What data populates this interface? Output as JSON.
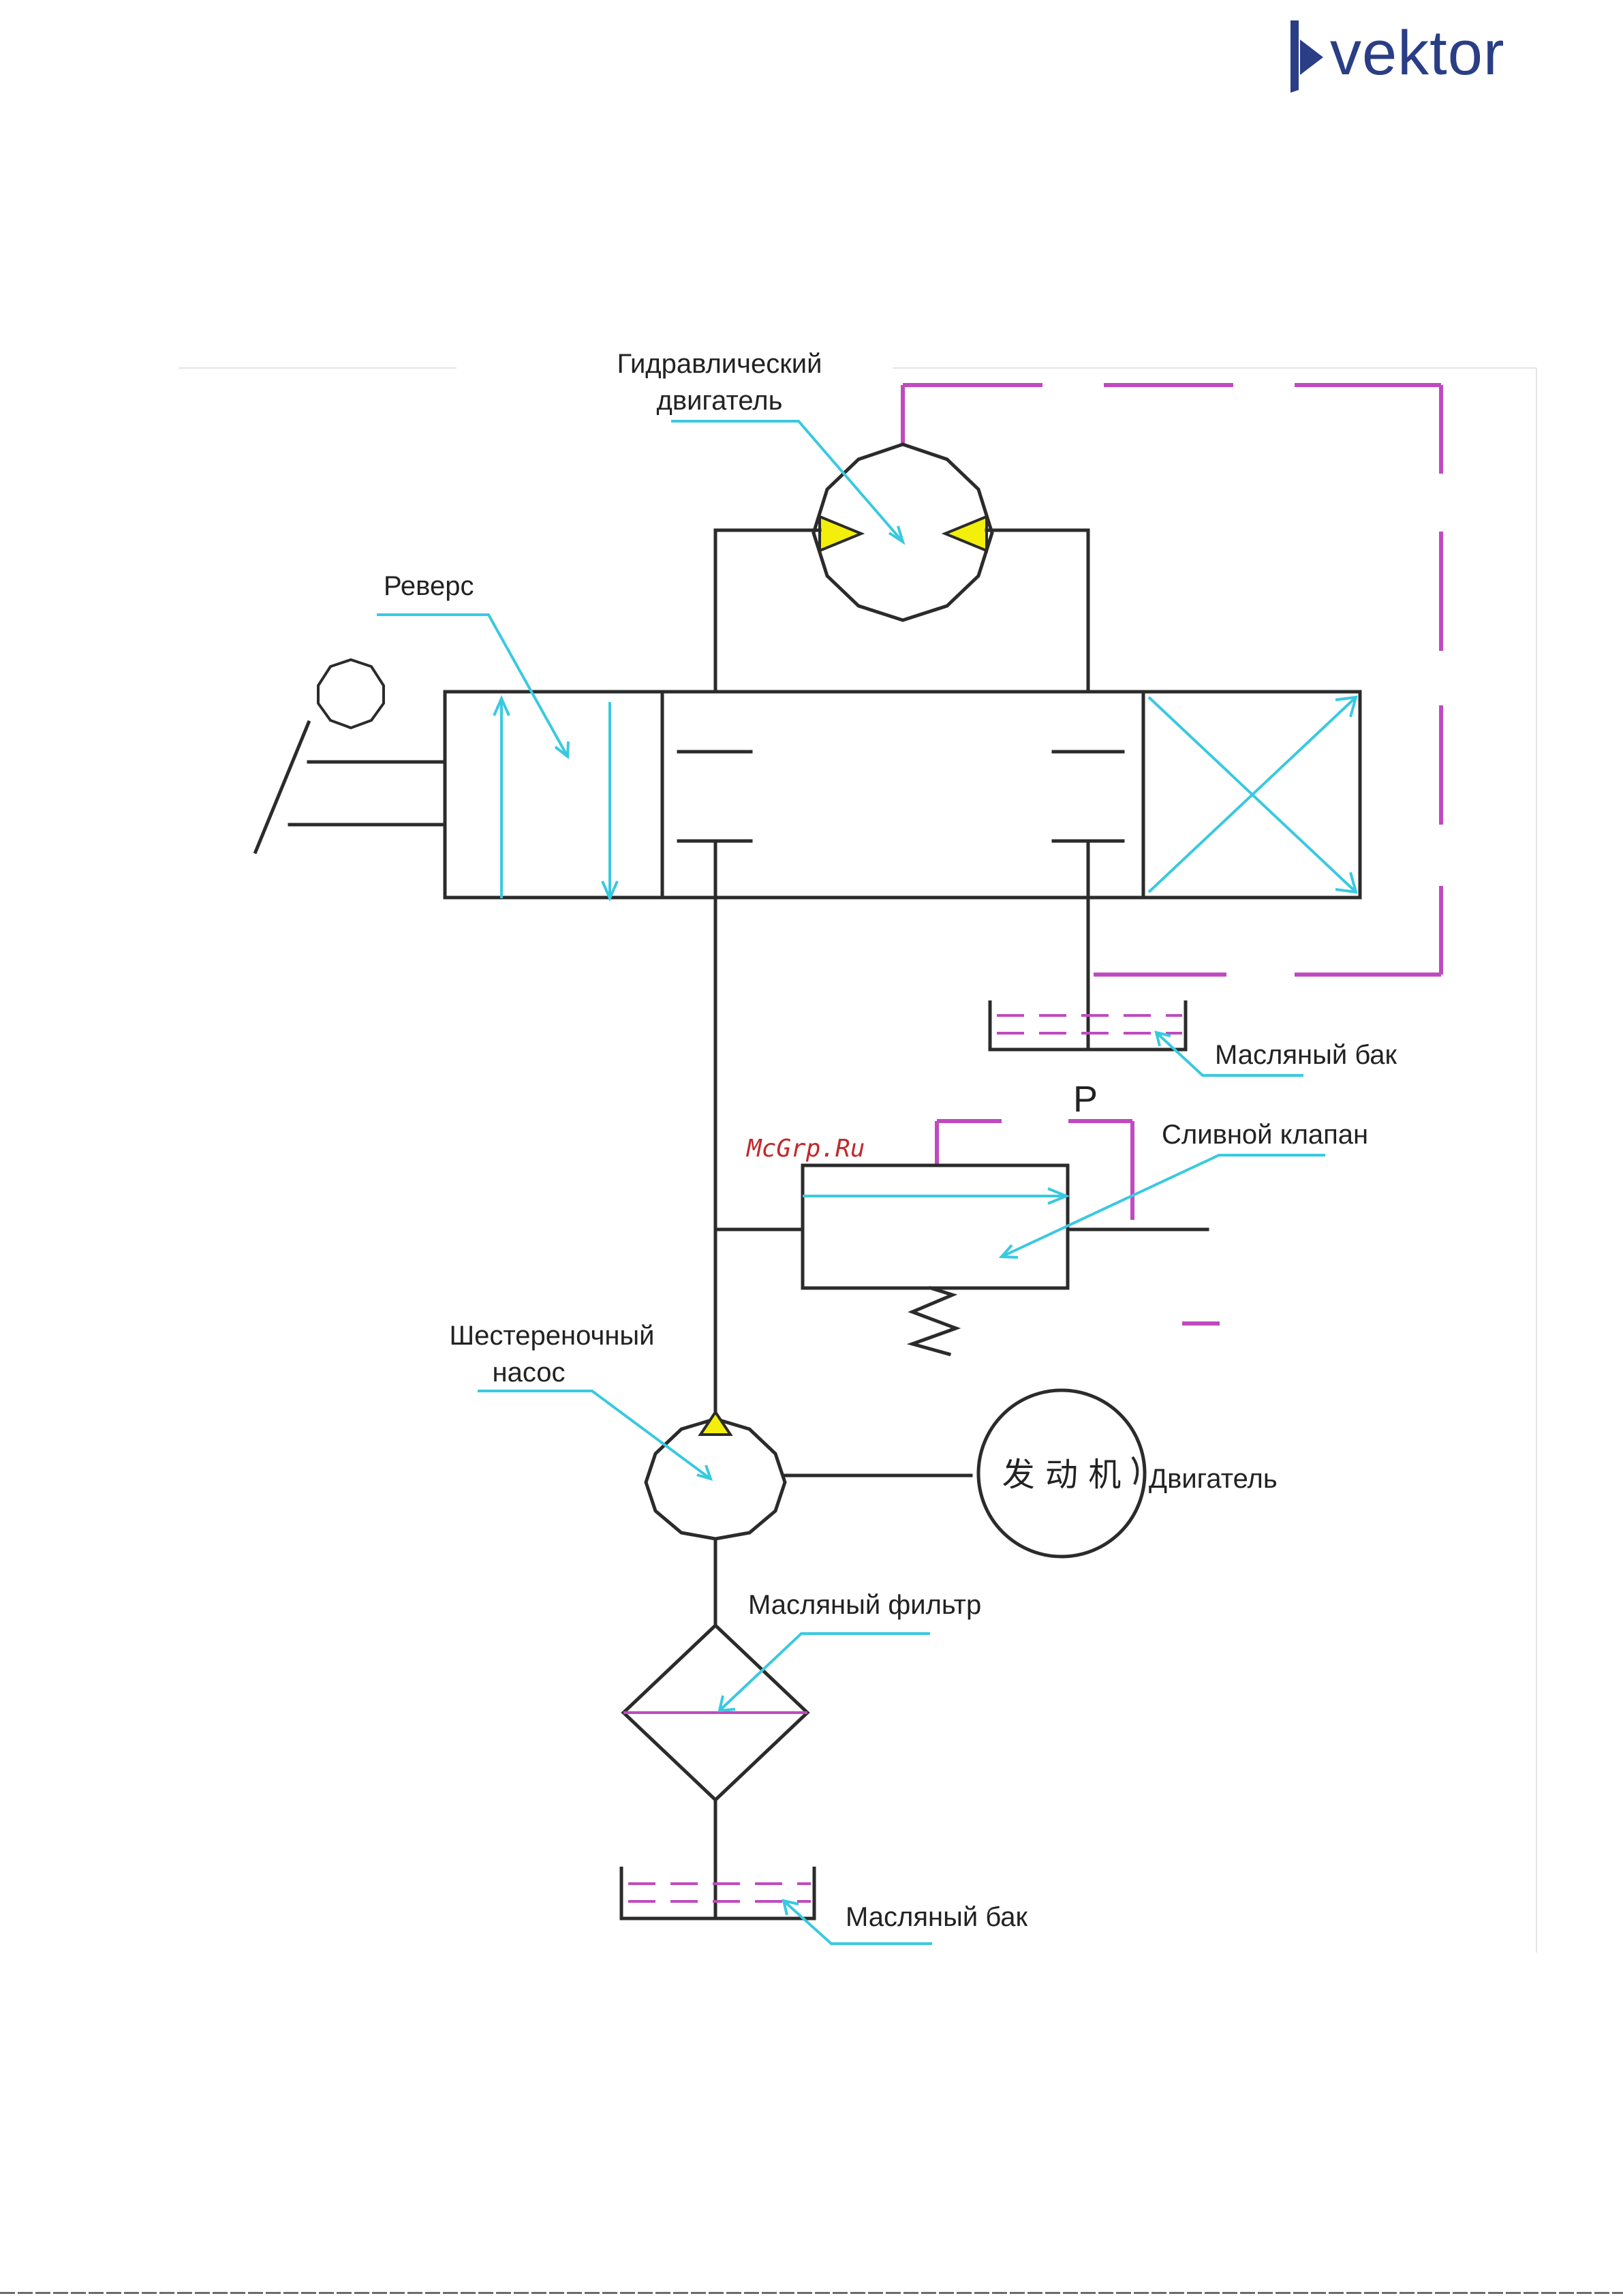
{
  "header": {
    "logo_text": "vektor"
  },
  "labels": {
    "hydraulic_motor_line1": "Гидравлический",
    "hydraulic_motor_line2": "двигатель",
    "reverse": "Реверс",
    "oil_tank_upper": "Масляный бак",
    "pressure_port": "P",
    "relief_valve": "Сливной клапан",
    "gear_pump_line1": "Шестереночный",
    "gear_pump_line2": "насос",
    "engine_chinese": "发 动 机",
    "engine": "Двигатель",
    "oil_filter": "Масляный  фильтр",
    "oil_tank_lower": "Масляный бак"
  },
  "watermark": "McGrp.Ru",
  "colors": {
    "line": "#2b2b2b",
    "leader": "#39c9e0",
    "pilot_line": "#c04ac0",
    "triangle_fill": "#f3ef0a",
    "logo": "#2a3e86",
    "watermark": "#c0292b"
  }
}
